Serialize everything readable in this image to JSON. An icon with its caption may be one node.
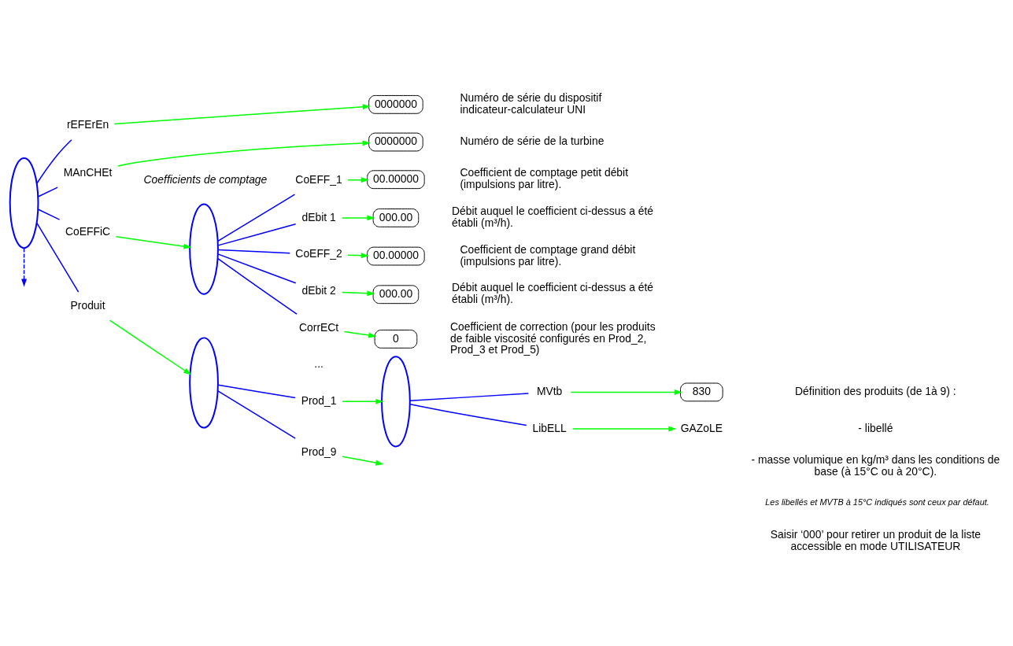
{
  "diagram": {
    "nodes": [
      {
        "text": [],
        "shape": "ellipse"
      },
      {
        "text": [
          "rEFErEn"
        ]
      },
      {
        "text": [
          "0000000"
        ],
        "beside": [
          "Numéro de série du dispositif indicateur-calculateur UNI"
        ]
      },
      {
        "text": [
          "MAnCHEt"
        ]
      },
      {
        "text": [
          "0000000"
        ],
        "beside": [
          "Numéro de série de la turbine"
        ]
      },
      {
        "text": [
          "CoEFFiC"
        ]
      },
      {
        "text": [],
        "shape": "ellipse",
        "beside": [
          "Coefficients de comptage"
        ]
      },
      {
        "text": [
          "CoEFF_1"
        ]
      },
      {
        "text": [
          "00.00000"
        ],
        "beside": [
          "Coefficient de comptage petit débit (impulsions par litre)."
        ]
      },
      {
        "text": [
          "dEbit 1"
        ]
      },
      {
        "text": [
          "000.00"
        ],
        "beside": [
          "Débit auquel le coefficient ci-dessus a été établi (m³/h)."
        ]
      },
      {
        "text": [
          "CoEFF_2"
        ]
      },
      {
        "text": [
          "00.00000"
        ],
        "beside": [
          "Coefficient de comptage grand débit (impulsions par litre)."
        ]
      },
      {
        "text": [
          "dEbit 2"
        ]
      },
      {
        "text": [
          "000.00"
        ],
        "beside": [
          "Débit auquel le coefficient ci-dessus a été établi (m³/h)."
        ]
      },
      {
        "text": [
          "CorrECt"
        ]
      },
      {
        "text": [
          "0"
        ],
        "beside": [
          "Coefficient de correction (pour les produits de faible viscosité configurés en Prod_2, Prod_3 et Prod_5)"
        ]
      },
      {
        "text": [
          "Produit"
        ]
      },
      {
        "text": [],
        "shape": "ellipse"
      },
      {
        "text": [
          "Prod_1"
        ]
      },
      {
        "text": [],
        "shape": "ellipse"
      },
      {
        "text": [
          "LibELL"
        ]
      },
      {
        "text": [
          "GAZoLE"
        ]
      },
      {
        "text": [
          "MVtb"
        ]
      },
      {
        "text": [
          "830"
        ]
      },
      {
        "text": [
          "Prod_9"
        ]
      }
    ],
    "edges": [
      {
        "from": 0,
        "to": 1,
        "arrow": "none",
        "color": "#0000ff"
      },
      {
        "from": 1,
        "to": 2,
        "arrow": "to",
        "color": "#00ff00"
      },
      {
        "from": 0,
        "to": 3,
        "arrow": "none",
        "color": "#0000ff"
      },
      {
        "from": 3,
        "to": 4,
        "arrow": "to",
        "color": "#00ff00"
      },
      {
        "from": 0,
        "to": 5,
        "arrow": "none",
        "color": "#0000ff"
      },
      {
        "from": 5,
        "to": 6,
        "arrow": "to",
        "color": "#00ff00"
      },
      {
        "from": 6,
        "to": 7,
        "arrow": "none",
        "color": "#0000ff"
      },
      {
        "from": 7,
        "to": 8,
        "arrow": "to",
        "color": "#00ff00"
      },
      {
        "from": 6,
        "to": 9,
        "arrow": "none",
        "color": "#0000ff"
      },
      {
        "from": 9,
        "to": 10,
        "arrow": "to",
        "color": "#00ff00"
      },
      {
        "from": 6,
        "to": 11,
        "arrow": "none",
        "color": "#0000ff"
      },
      {
        "from": 11,
        "to": 12,
        "arrow": "to",
        "color": "#00ff00"
      },
      {
        "from": 6,
        "to": 13,
        "arrow": "none",
        "color": "#0000ff"
      },
      {
        "from": 13,
        "to": 14,
        "arrow": "to",
        "color": "#00ff00"
      },
      {
        "from": 6,
        "to": 15,
        "arrow": "none",
        "color": "#0000ff"
      },
      {
        "from": 15,
        "to": 16,
        "arrow": "to",
        "color": "#00ff00"
      },
      {
        "from": 0,
        "to": 17,
        "arrow": "none",
        "color": "#0000ff"
      },
      {
        "from": 17,
        "to": 18,
        "arrow": "to",
        "color": "#00ff00"
      },
      {
        "from": 18,
        "to": 19,
        "arrow": "none",
        "color": "#0000ff"
      },
      {
        "from": 19,
        "to": 20,
        "arrow": "to",
        "color": "#00ff00"
      },
      {
        "from": 20,
        "to": 21,
        "arrow": "none",
        "color": "#0000ff"
      },
      {
        "from": 21,
        "to": 22,
        "arrow": "to",
        "color": "#00ff00"
      },
      {
        "from": 20,
        "to": 23,
        "arrow": "none",
        "color": "#0000ff"
      },
      {
        "from": 23,
        "to": 24,
        "arrow": "to",
        "color": "#00ff00"
      },
      {
        "from": 18,
        "to": 25,
        "arrow": "none",
        "color": "#0000ff"
      },
      {
        "from": 25,
        "to": null,
        "arrow": "to",
        "color": "#00ff00"
      },
      {
        "from": 0,
        "to": null,
        "arrow": "to",
        "style": "dashed",
        "color": "#0000ff"
      }
    ],
    "labels": [
      "...",
      "Définition des produits (de 1à 9) :",
      "- libellé",
      "- masse volumique en kg/m³ dans les conditions de base (à 15°C ou à 20°C).",
      "Les libellés et MVTB à 15°C indiqués sont ceux par défaut.",
      "Saisir ‘000’ pour retirer un produit de la liste accessible en mode UTILISATEUR"
    ]
  }
}
